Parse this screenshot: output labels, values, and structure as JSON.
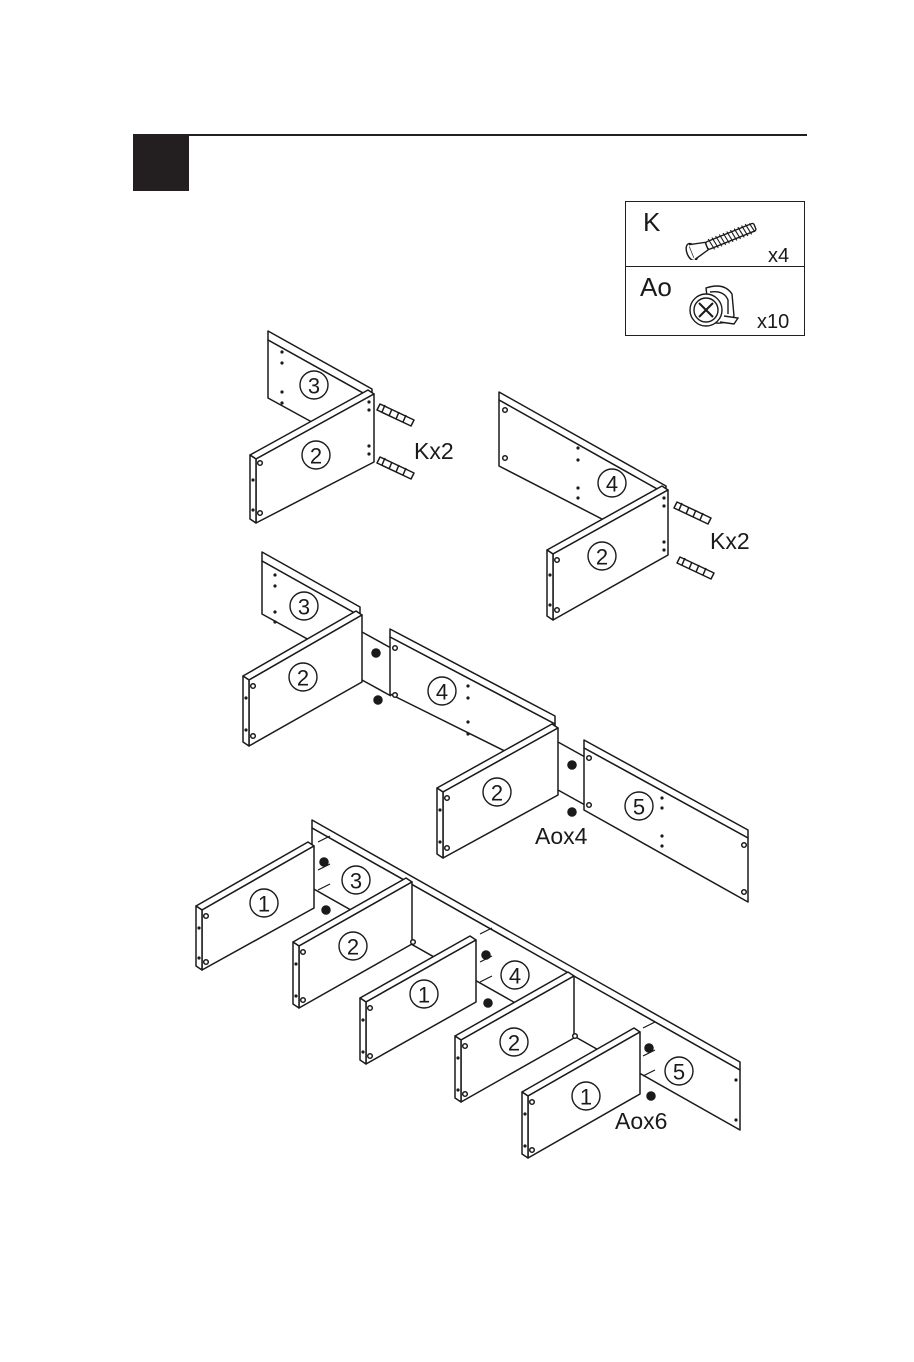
{
  "hardware": [
    {
      "letter": "K",
      "quantity": "x4",
      "icon": "cam-bolt-screw-icon"
    },
    {
      "letter": "Ao",
      "quantity": "x10",
      "icon": "cam-lock-icon"
    }
  ],
  "callouts": {
    "stage1_left": "Kx2",
    "stage1_right": "Kx2",
    "stage2": "Aox4",
    "stage3": "Aox6"
  },
  "panels": {
    "s1_left_back": "3",
    "s1_left_front": "2",
    "s1_right_back": "4",
    "s1_right_front": "2",
    "s2_a_back": "3",
    "s2_a_front": "2",
    "s2_mid": "4",
    "s2_b_front": "2",
    "s2_end": "5",
    "s3_p1a": "1",
    "s3_p3": "3",
    "s3_p2a": "2",
    "s3_p1b": "1",
    "s3_p4": "4",
    "s3_p2b": "2",
    "s3_p5": "5",
    "s3_p1c": "1"
  }
}
